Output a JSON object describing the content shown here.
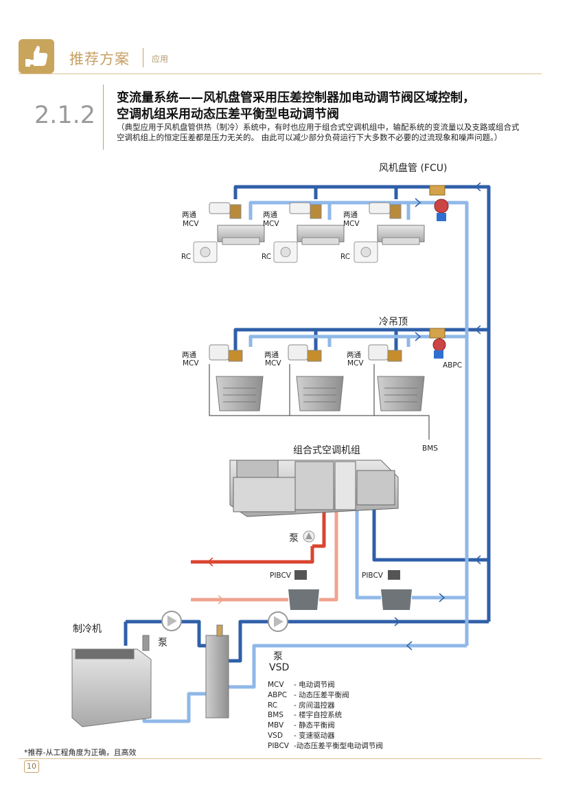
{
  "header": {
    "title": "推荐方案",
    "subtitle": "应用"
  },
  "section": {
    "number": "2.1.2",
    "title_line1": "变流量系统——风机盘管采用压差控制器加电动调节阀区域控制，",
    "title_line2": "空调机组采用动态压差平衡型电动调节阀",
    "description": "（典型应用于风机盘管供热（制冷）系统中，有时也应用于组合式空调机组中，输配系统的变流量以及支路或组合式空调机组上的恒定压差都是压力无关的。 由此可以减少部分负荷运行下大多数不必要的过流现象和噪声问题。）"
  },
  "diagram": {
    "fcu_title": "风机盘管 (FCU)",
    "ceiling_title": "冷吊顶",
    "ahu_title": "组合式空调机组",
    "chiller_label": "制冷机",
    "pump_label": "泵",
    "pump_vsd_label": "泵",
    "vsd_label": "VSD",
    "two_way": "两通",
    "mcv": "MCV",
    "rc": "RC",
    "abpc": "ABPC",
    "bms": "BMS",
    "pibcv": "PIBCV",
    "ahu_pump_label": "泵"
  },
  "legend": [
    {
      "key": "MCV",
      "sep": "-",
      "desc": "电动调节阀"
    },
    {
      "key": "ABPC",
      "sep": "-",
      "desc": "动态压差平衡阀"
    },
    {
      "key": "RC",
      "sep": "-",
      "desc": "房间温控器"
    },
    {
      "key": "BMS",
      "sep": "-",
      "desc": "楼宇自控系统"
    },
    {
      "key": "MBV",
      "sep": "-",
      "desc": "静态平衡阀"
    },
    {
      "key": "VSD",
      "sep": "-",
      "desc": "变速驱动器"
    },
    {
      "key": "PIBCV",
      "sep": "-",
      "desc": "动态压差平衡型电动调节阀"
    }
  ],
  "footnote": "*推荐-从工程角度为正确，且高效",
  "page_number": "10",
  "colors": {
    "supply": "#2f5fa8",
    "return": "#8fb8e8",
    "hot": "#d9452f",
    "hot_return": "#f0a38f",
    "accent": "#c5a062"
  }
}
